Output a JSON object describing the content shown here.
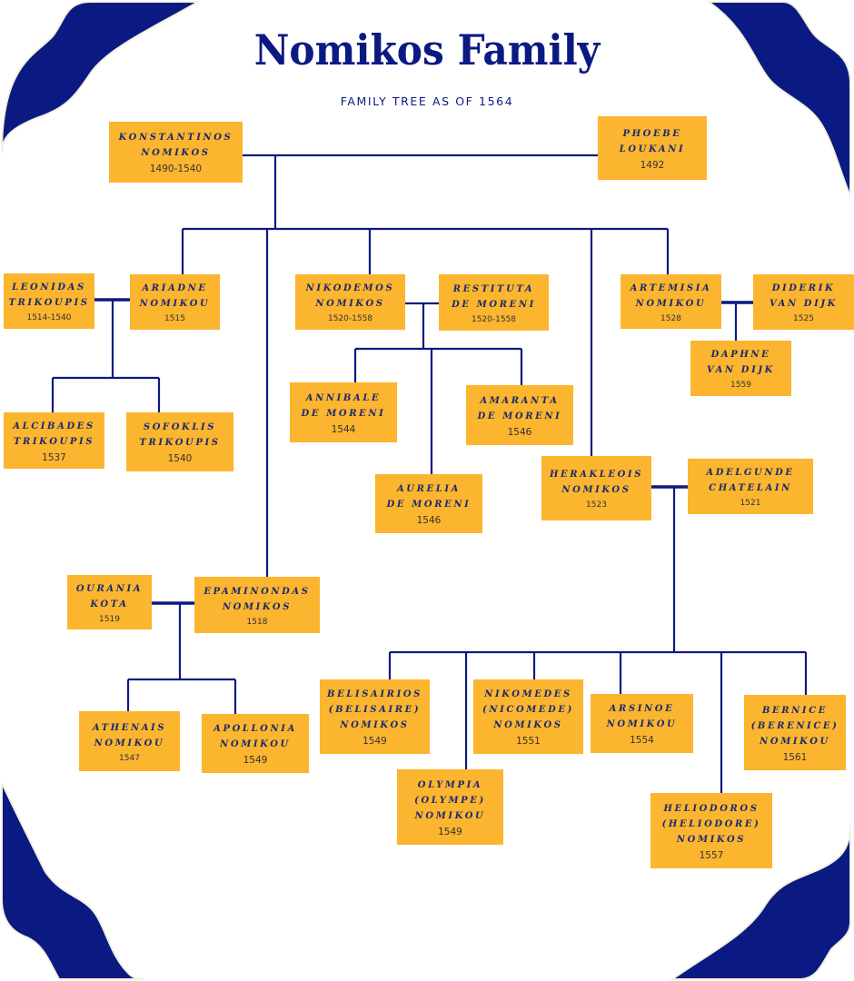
{
  "header": {
    "title": "Nomikos Family",
    "subtitle": "FAMILY TREE AS OF 1564"
  },
  "colors": {
    "accent": "#0b1a82",
    "box": "#fbb52f",
    "name_text": "#1a2a6e",
    "year_text": "#333333"
  },
  "people": {
    "konstantinos": {
      "name": "KONSTANTINOS\nNOMIKOS",
      "years": "1490-1540"
    },
    "phoebe": {
      "name": "PHOEBE\nLOUKANI",
      "years": "1492"
    },
    "leonidas": {
      "name": "LEONIDAS\nTRIKOUPIS",
      "years": "1514-1540"
    },
    "ariadne": {
      "name": "ARIADNE\nNOMIKOU",
      "years": "1515"
    },
    "nikodemos": {
      "name": "NIKODEMOS\nNOMIKOS",
      "years": "1520-1558"
    },
    "restituta": {
      "name": "RESTITUTA\nDE MORENI",
      "years": "1520-1558"
    },
    "artemisia": {
      "name": "ARTEMISIA\nNOMIKOU",
      "years": "1528"
    },
    "diderik": {
      "name": "DIDERIK\nVAN DIJK",
      "years": "1525"
    },
    "daphne": {
      "name": "DAPHNE\nVAN DIJK",
      "years": "1559"
    },
    "alcibades": {
      "name": "ALCIBADES\nTRIKOUPIS",
      "years": "1537"
    },
    "sofoklis": {
      "name": "SOFOKLIS\nTRIKOUPIS",
      "years": "1540"
    },
    "annibale": {
      "name": "ANNIBALE\nDE MORENI",
      "years": "1544"
    },
    "amaranta": {
      "name": "AMARANTA\nDE MORENI",
      "years": "1546"
    },
    "aurelia": {
      "name": "AURELIA\nDE MORENI",
      "years": "1546"
    },
    "herakleois": {
      "name": "HERAKLEOIS\nNOMIKOS",
      "years": "1523"
    },
    "adelgunde": {
      "name": "ADELGUNDE\nCHATELAIN",
      "years": "1521"
    },
    "ourania": {
      "name": "OURANIA\nKOTA",
      "years": "1519"
    },
    "epaminondas": {
      "name": "EPAMINONDAS\nNOMIKOS",
      "years": "1518"
    },
    "athenais": {
      "name": "ATHENAIS\nNOMIKOU",
      "years": "1547"
    },
    "apollonia": {
      "name": "APOLLONIA\nNOMIKOU",
      "years": "1549"
    },
    "belisairios": {
      "name": "BELISAIRIOS\n(BELISAIRE)\nNOMIKOS",
      "years": "1549"
    },
    "olympia": {
      "name": "OLYMPIA\n(OLYMPE)\nNOMIKOU",
      "years": "1549"
    },
    "nikomedes": {
      "name": "NIKOMEDES\n(NICOMEDE)\nNOMIKOS",
      "years": "1551"
    },
    "arsinoe": {
      "name": "ARSINOE\nNOMIKOU",
      "years": "1554"
    },
    "heliodoros": {
      "name": "HELIODOROS\n(HELIODORE)\nNOMIKOS",
      "years": "1557"
    },
    "bernice": {
      "name": "BERNICE\n(BERENICE)\nNOMIKOU",
      "years": "1561"
    }
  }
}
